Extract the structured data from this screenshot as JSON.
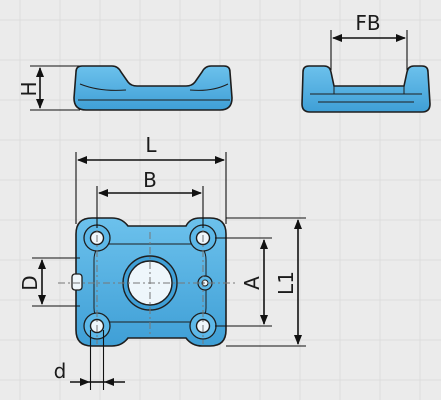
{
  "colors": {
    "background": "#ebebeb",
    "part_fill": "#4aaee3",
    "part_shade": "#2f86bf",
    "part_highlight": "#8fd0f0",
    "line": "#111111",
    "text": "#1b1b1b"
  },
  "dimensions": {
    "H": "H",
    "FB": "FB",
    "L": "L",
    "B": "B",
    "D": "D",
    "A": "A",
    "L1": "L1",
    "d": "d"
  }
}
